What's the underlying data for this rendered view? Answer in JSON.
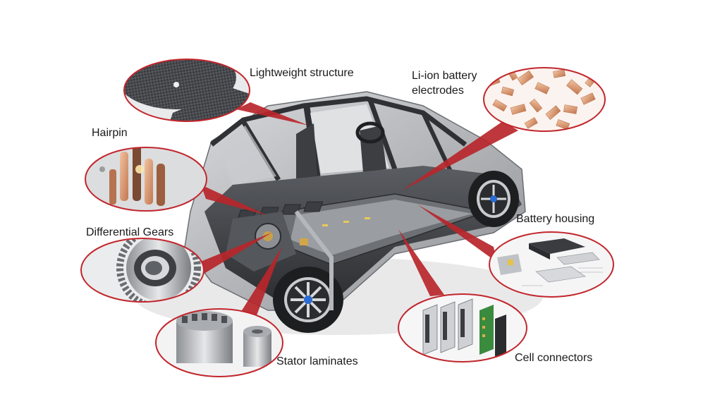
{
  "labels": {
    "lightweight_structure": "Lightweight structure",
    "li_ion_line1": "Li-ion battery",
    "li_ion_line2": "electrodes",
    "hairpin": "Hairpin",
    "differential_gears": "Differential Gears",
    "battery_housing": "Battery housing",
    "stator_laminates": "Stator laminates",
    "cell_connectors": "Cell connectors"
  },
  "colors": {
    "callout_outline": "#c2262c",
    "callout_fill": "#b31f24",
    "copper": "#d6926a",
    "car_body": "#4a4d52",
    "battery_pack": "#6b6e73"
  }
}
